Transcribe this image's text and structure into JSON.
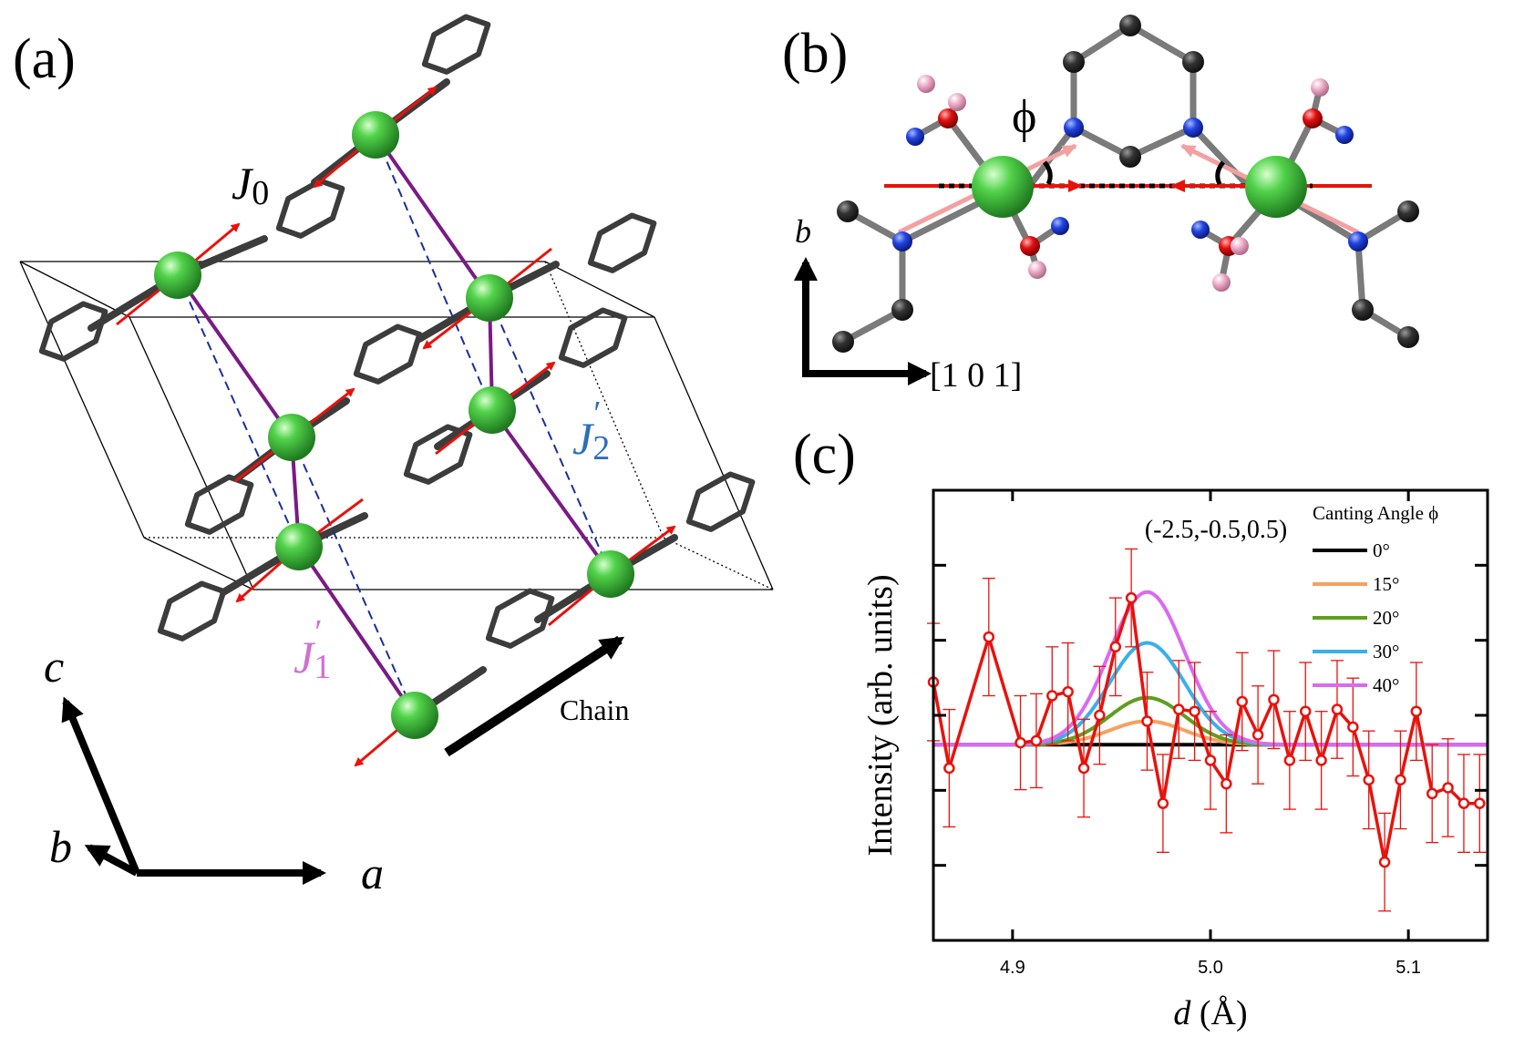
{
  "panels": {
    "a": {
      "label": "(a)",
      "couplings": {
        "j0": "J",
        "j0_sub": "0",
        "j1": "J",
        "j1_sub": "1",
        "j2": "J",
        "j2_sub": "2",
        "prime": "′"
      },
      "axes": {
        "a": "a",
        "b": "b",
        "c": "c"
      },
      "chain_label": "Chain",
      "colors": {
        "atom": "#3fbf3f",
        "spin": "#e8120c",
        "ring": "#3c3c3c",
        "j1_bond": "#7a1a86",
        "j2_bond": "#1a2f9a",
        "j1_text": "#d070d0",
        "j2_text": "#2f6fb8"
      }
    },
    "b": {
      "label": "(b)",
      "phi": "ϕ",
      "axis_b": "b",
      "axis_dir": "[1 0 1]",
      "colors": {
        "metal": "#3fbf3f",
        "carbon": "#2a2a2a",
        "nitrogen": "#1f3fd8",
        "oxygen": "#e01010",
        "hydrogen": "#e8a8c8"
      }
    },
    "c": {
      "label": "(c)"
    }
  },
  "chart_data": {
    "type": "line",
    "annotation": "(-2.5,-0.5,0.5)",
    "xlabel_var": "d",
    "xlabel_unit": " (Å)",
    "ylabel": "Intensity (arb. units)",
    "xlim": [
      4.86,
      5.14
    ],
    "ylim": [
      -1.0,
      1.3
    ],
    "x_ticks": [
      4.9,
      5.0,
      5.1
    ],
    "x_tick_labels": [
      "4.9",
      "5.0",
      "5.1"
    ],
    "legend": {
      "title": "Canting Angle ϕ",
      "placement": "top-right"
    },
    "series": [
      {
        "name": "0°",
        "color": "#000000",
        "kind": "gaussian",
        "amplitude": 0.0,
        "center": 4.968,
        "sigma": 0.019
      },
      {
        "name": "15°",
        "color": "#f4a261",
        "kind": "gaussian",
        "amplitude": 0.12,
        "center": 4.968,
        "sigma": 0.019
      },
      {
        "name": "20°",
        "color": "#5f9e1f",
        "kind": "gaussian",
        "amplitude": 0.24,
        "center": 4.968,
        "sigma": 0.019
      },
      {
        "name": "30°",
        "color": "#3ab0e8",
        "kind": "gaussian",
        "amplitude": 0.52,
        "center": 4.968,
        "sigma": 0.019
      },
      {
        "name": "40°",
        "color": "#d96af0",
        "kind": "gaussian",
        "amplitude": 0.78,
        "center": 4.968,
        "sigma": 0.019
      }
    ],
    "data_series": {
      "color": "#e8120c",
      "x": [
        4.86,
        4.868,
        4.888,
        4.904,
        4.912,
        4.92,
        4.928,
        4.936,
        4.944,
        4.952,
        4.96,
        4.968,
        4.976,
        4.984,
        4.992,
        5.0,
        5.008,
        5.016,
        5.024,
        5.032,
        5.04,
        5.048,
        5.056,
        5.064,
        5.072,
        5.08,
        5.088,
        5.096,
        5.104,
        5.112,
        5.12,
        5.128,
        5.136
      ],
      "y": [
        0.32,
        -0.12,
        0.55,
        0.01,
        0.02,
        0.25,
        0.27,
        -0.12,
        0.15,
        0.5,
        0.75,
        0.12,
        -0.3,
        0.18,
        0.17,
        -0.08,
        -0.2,
        0.22,
        0.05,
        0.23,
        -0.08,
        0.17,
        -0.08,
        0.18,
        0.09,
        -0.18,
        -0.6,
        -0.18,
        0.17,
        -0.25,
        -0.22,
        -0.3,
        -0.3
      ],
      "err": [
        0.3,
        0.3,
        0.3,
        0.24,
        0.24,
        0.25,
        0.25,
        0.25,
        0.25,
        0.25,
        0.25,
        0.25,
        0.25,
        0.25,
        0.25,
        0.25,
        0.25,
        0.25,
        0.25,
        0.25,
        0.25,
        0.25,
        0.25,
        0.25,
        0.25,
        0.25,
        0.25,
        0.25,
        0.25,
        0.25,
        0.25,
        0.25,
        0.25
      ]
    }
  }
}
